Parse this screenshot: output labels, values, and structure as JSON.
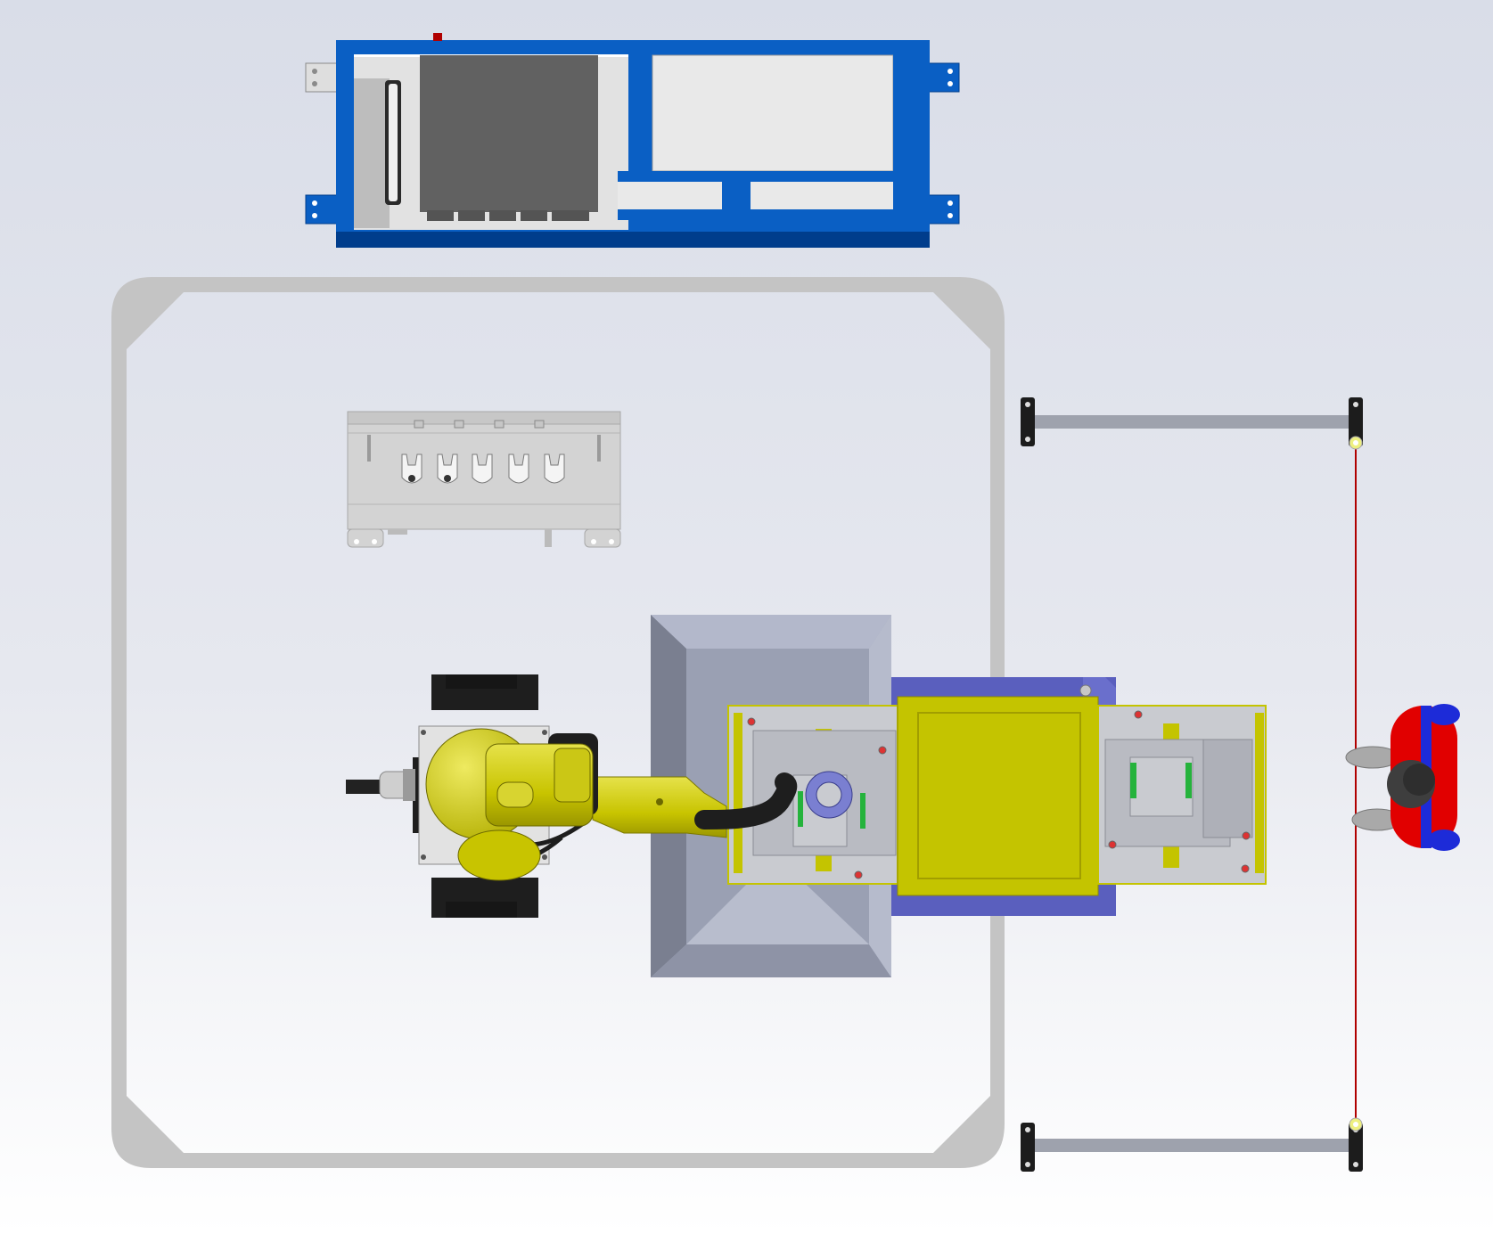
{
  "view": {
    "type": "cad-top-view",
    "background_top": "#d9dde8",
    "background_bottom": "#ffffff"
  },
  "colors": {
    "frame_blue": "#0a5fc4",
    "frame_blue_dark": "#003d8c",
    "enclosure_gray": "#c4c4c4",
    "hopper_face": "#8e93a6",
    "robot_yellow": "#c8c400",
    "robot_yellow_light": "#e0dc3a",
    "robot_black": "#1e1e1e",
    "fixture_plate": "#c9cbd0",
    "fixture_yellow": "#c4c400",
    "base_purple": "#5a5fbe",
    "guard_bar": "#9ea2ad",
    "light_curtain": "#b00000",
    "operator_red": "#e10000",
    "operator_blue": "#1d2bd8",
    "operator_head": "#3e3e3e"
  },
  "components": [
    {
      "name": "blue-control-cabinet-frame",
      "icon": "cabinet-icon"
    },
    {
      "name": "safety-enclosure",
      "icon": "fence-icon"
    },
    {
      "name": "tool-rack",
      "icon": "rack-icon"
    },
    {
      "name": "robot-arm",
      "icon": "robot-icon"
    },
    {
      "name": "hopper",
      "icon": "hopper-icon"
    },
    {
      "name": "workpiece-fixture",
      "icon": "fixture-icon"
    },
    {
      "name": "guard-rails",
      "icon": "rail-icon"
    },
    {
      "name": "light-curtain",
      "icon": "sensor-icon"
    },
    {
      "name": "operator",
      "icon": "person-icon"
    }
  ]
}
